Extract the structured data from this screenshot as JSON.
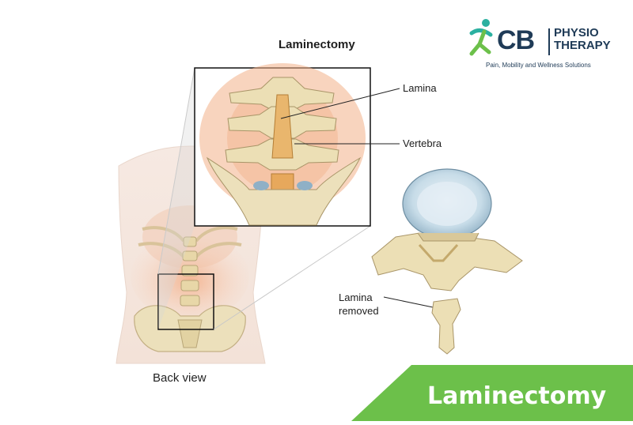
{
  "diagram": {
    "title": "Laminectomy",
    "label_lamina": "Lamina",
    "label_vertebra": "Vertebra",
    "label_lamina_removed": "Lamina removed",
    "label_back_view": "Back view"
  },
  "logo": {
    "brand": "CB",
    "name_line1": "PHYSIO",
    "name_line2": "THERAPY",
    "tagline": "Pain, Mobility and Wellness Solutions",
    "colors": {
      "navy": "#1f3b57",
      "teal": "#2bb0a0",
      "green": "#6cc04a"
    }
  },
  "banner": {
    "text": "Laminectomy",
    "color": "#6cc04a"
  }
}
